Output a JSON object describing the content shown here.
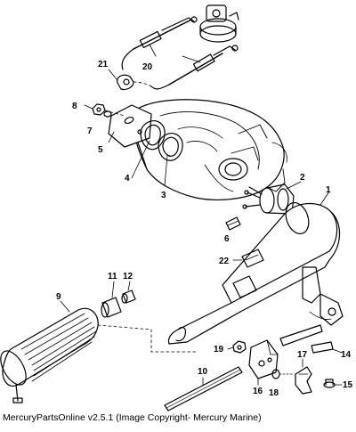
{
  "diagram": {
    "callouts": {
      "p1": "1",
      "p2": "2",
      "p3": "3",
      "p4": "4",
      "p5": "5",
      "p6": "6",
      "p7": "7",
      "p8": "8",
      "p9": "9",
      "p10": "10",
      "p11": "11",
      "p12": "12",
      "p14": "14",
      "p15": "15",
      "p16": "16",
      "p17": "17",
      "p18": "18",
      "p19": "19",
      "p20": "20",
      "p21": "21",
      "p22": "22"
    },
    "caption": "MercuryPartsOnline v2.5.1 (Image Copyright- Mercury Marine)"
  }
}
